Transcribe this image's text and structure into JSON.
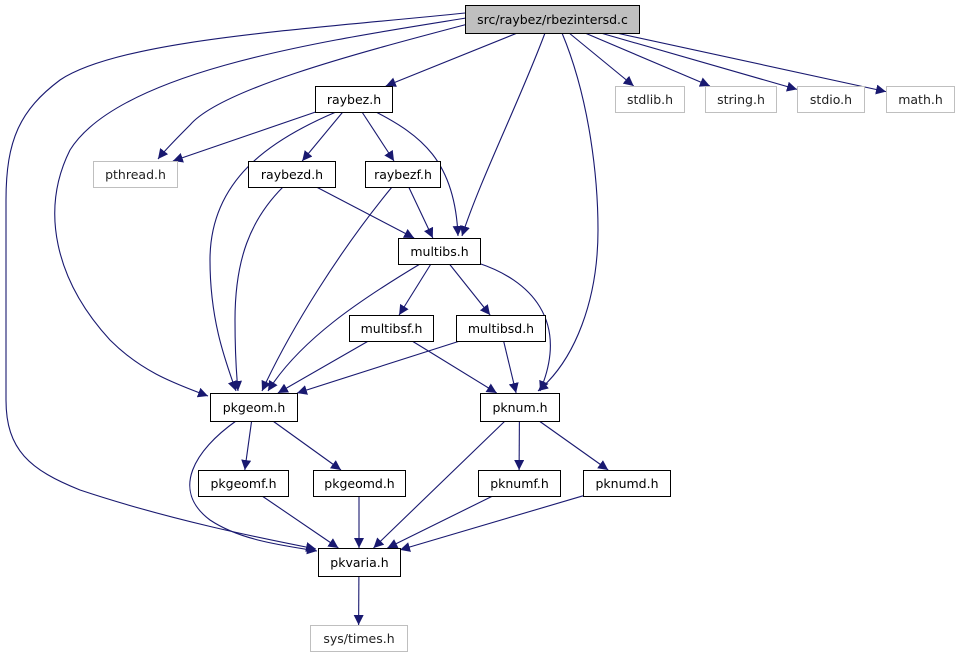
{
  "graph": {
    "colors": {
      "edge": "#191970",
      "local_border": "#000000",
      "local_fill": "#ffffff",
      "root_fill": "#bfbfbf",
      "system_border": "#bfbfbf"
    },
    "nodes": [
      {
        "id": "root",
        "label": "src/raybez/rbezintersd.c",
        "kind": "root"
      },
      {
        "id": "raybez",
        "label": "raybez.h",
        "kind": "local"
      },
      {
        "id": "stdlib",
        "label": "stdlib.h",
        "kind": "system"
      },
      {
        "id": "string",
        "label": "string.h",
        "kind": "system"
      },
      {
        "id": "stdio",
        "label": "stdio.h",
        "kind": "system"
      },
      {
        "id": "math",
        "label": "math.h",
        "kind": "system"
      },
      {
        "id": "pthread",
        "label": "pthread.h",
        "kind": "system"
      },
      {
        "id": "raybezd",
        "label": "raybezd.h",
        "kind": "local"
      },
      {
        "id": "raybezf",
        "label": "raybezf.h",
        "kind": "local"
      },
      {
        "id": "multibs",
        "label": "multibs.h",
        "kind": "local"
      },
      {
        "id": "multibsf",
        "label": "multibsf.h",
        "kind": "local"
      },
      {
        "id": "multibsd",
        "label": "multibsd.h",
        "kind": "local"
      },
      {
        "id": "pkgeom",
        "label": "pkgeom.h",
        "kind": "local"
      },
      {
        "id": "pknum",
        "label": "pknum.h",
        "kind": "local"
      },
      {
        "id": "pkgeomf",
        "label": "pkgeomf.h",
        "kind": "local"
      },
      {
        "id": "pkgeomd",
        "label": "pkgeomd.h",
        "kind": "local"
      },
      {
        "id": "pknumf",
        "label": "pknumf.h",
        "kind": "local"
      },
      {
        "id": "pknumd",
        "label": "pknumd.h",
        "kind": "local"
      },
      {
        "id": "pkvaria",
        "label": "pkvaria.h",
        "kind": "local"
      },
      {
        "id": "systimes",
        "label": "sys/times.h",
        "kind": "system"
      }
    ],
    "edges": [
      {
        "from": "root",
        "to": "raybez"
      },
      {
        "from": "root",
        "to": "stdlib"
      },
      {
        "from": "root",
        "to": "string"
      },
      {
        "from": "root",
        "to": "stdio"
      },
      {
        "from": "root",
        "to": "math"
      },
      {
        "from": "root",
        "to": "pthread"
      },
      {
        "from": "root",
        "to": "multibs"
      },
      {
        "from": "root",
        "to": "pkgeom"
      },
      {
        "from": "root",
        "to": "pknum"
      },
      {
        "from": "root",
        "to": "pkvaria"
      },
      {
        "from": "raybez",
        "to": "pthread"
      },
      {
        "from": "raybez",
        "to": "raybezd"
      },
      {
        "from": "raybez",
        "to": "raybezf"
      },
      {
        "from": "raybez",
        "to": "multibs"
      },
      {
        "from": "raybez",
        "to": "pkgeom"
      },
      {
        "from": "raybezd",
        "to": "multibs"
      },
      {
        "from": "raybezd",
        "to": "pkgeom"
      },
      {
        "from": "raybezf",
        "to": "multibs"
      },
      {
        "from": "raybezf",
        "to": "pkgeom"
      },
      {
        "from": "multibs",
        "to": "multibsf"
      },
      {
        "from": "multibs",
        "to": "multibsd"
      },
      {
        "from": "multibs",
        "to": "pkgeom"
      },
      {
        "from": "multibs",
        "to": "pknum"
      },
      {
        "from": "multibsf",
        "to": "pkgeom"
      },
      {
        "from": "multibsf",
        "to": "pknum"
      },
      {
        "from": "multibsd",
        "to": "pkgeom"
      },
      {
        "from": "multibsd",
        "to": "pknum"
      },
      {
        "from": "pkgeom",
        "to": "pkgeomf"
      },
      {
        "from": "pkgeom",
        "to": "pkgeomd"
      },
      {
        "from": "pkgeom",
        "to": "pkvaria"
      },
      {
        "from": "pknum",
        "to": "pknumf"
      },
      {
        "from": "pknum",
        "to": "pknumd"
      },
      {
        "from": "pknum",
        "to": "pkvaria"
      },
      {
        "from": "pkgeomf",
        "to": "pkvaria"
      },
      {
        "from": "pkgeomd",
        "to": "pkvaria"
      },
      {
        "from": "pknumf",
        "to": "pkvaria"
      },
      {
        "from": "pknumd",
        "to": "pkvaria"
      },
      {
        "from": "pkvaria",
        "to": "systimes"
      }
    ]
  }
}
